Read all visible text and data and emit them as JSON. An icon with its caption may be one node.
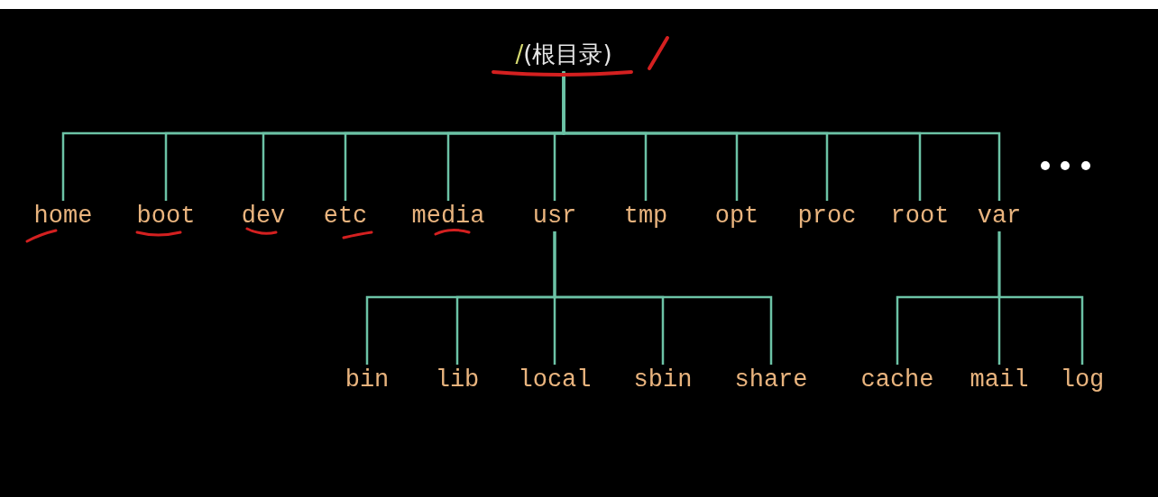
{
  "diagram": {
    "nodes": [
      {
        "text": [
          "/",
          "(根目录)"
        ]
      },
      {
        "text": [
          "home"
        ]
      },
      {
        "text": [
          "boot"
        ]
      },
      {
        "text": [
          "dev"
        ]
      },
      {
        "text": [
          "etc"
        ]
      },
      {
        "text": [
          "media"
        ]
      },
      {
        "text": [
          "usr"
        ]
      },
      {
        "text": [
          "tmp"
        ]
      },
      {
        "text": [
          "opt"
        ]
      },
      {
        "text": [
          "proc"
        ]
      },
      {
        "text": [
          "root"
        ]
      },
      {
        "text": [
          "var"
        ]
      },
      {
        "text": [
          "bin"
        ]
      },
      {
        "text": [
          "lib"
        ]
      },
      {
        "text": [
          "local"
        ]
      },
      {
        "text": [
          "sbin"
        ]
      },
      {
        "text": [
          "share"
        ]
      },
      {
        "text": [
          "cache"
        ]
      },
      {
        "text": [
          "mail"
        ]
      },
      {
        "text": [
          "log"
        ]
      }
    ],
    "edges": [
      {
        "from": 0,
        "to": 1,
        "arrow": "none"
      },
      {
        "from": 0,
        "to": 2,
        "arrow": "none"
      },
      {
        "from": 0,
        "to": 3,
        "arrow": "none"
      },
      {
        "from": 0,
        "to": 4,
        "arrow": "none"
      },
      {
        "from": 0,
        "to": 5,
        "arrow": "none"
      },
      {
        "from": 0,
        "to": 6,
        "arrow": "none"
      },
      {
        "from": 0,
        "to": 7,
        "arrow": "none"
      },
      {
        "from": 0,
        "to": 8,
        "arrow": "none"
      },
      {
        "from": 0,
        "to": 9,
        "arrow": "none"
      },
      {
        "from": 0,
        "to": 10,
        "arrow": "none"
      },
      {
        "from": 0,
        "to": 11,
        "arrow": "none"
      },
      {
        "from": 6,
        "to": 12,
        "arrow": "none"
      },
      {
        "from": 6,
        "to": 13,
        "arrow": "none"
      },
      {
        "from": 6,
        "to": 14,
        "arrow": "none"
      },
      {
        "from": 6,
        "to": 15,
        "arrow": "none"
      },
      {
        "from": 6,
        "to": 16,
        "arrow": "none"
      },
      {
        "from": 11,
        "to": 17,
        "arrow": "none"
      },
      {
        "from": 11,
        "to": 18,
        "arrow": "none"
      },
      {
        "from": 11,
        "to": 19,
        "arrow": "none"
      }
    ]
  }
}
